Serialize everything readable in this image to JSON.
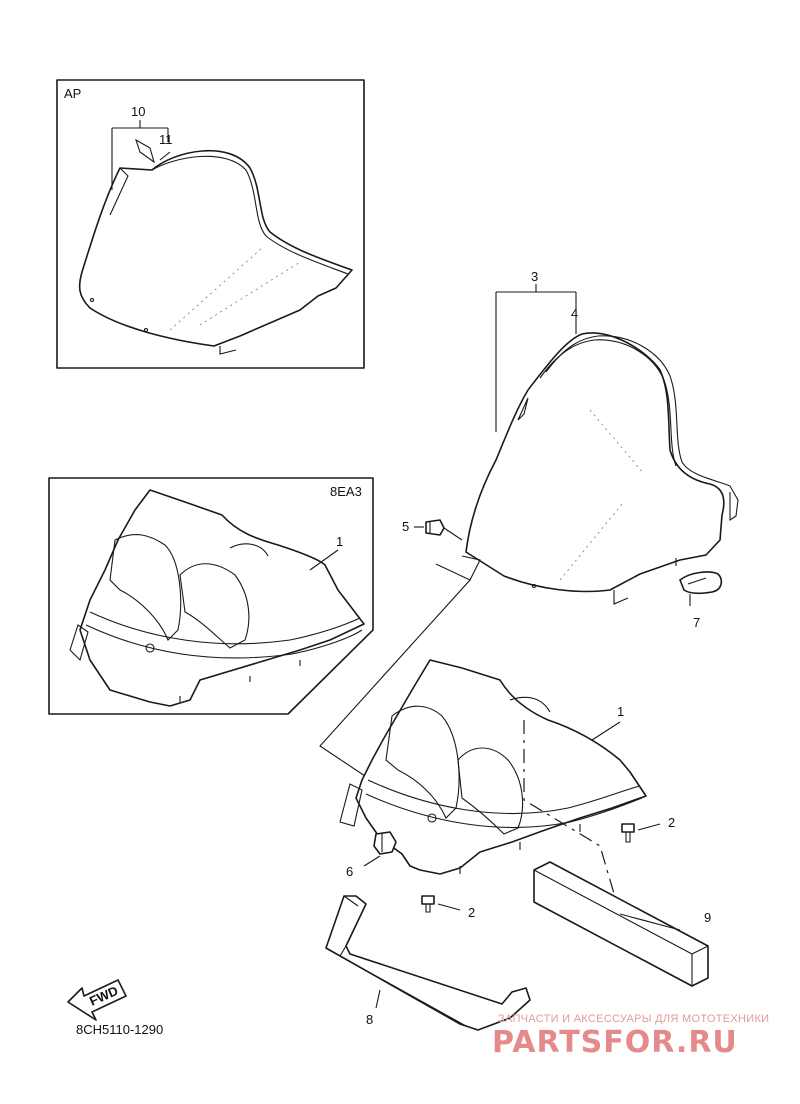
{
  "insets": {
    "ap": {
      "tag": "AP"
    },
    "variant": {
      "tag": "8EA3"
    }
  },
  "callouts": [
    "1",
    "1",
    "2",
    "2",
    "3",
    "4",
    "5",
    "6",
    "7",
    "8",
    "9",
    "10",
    "11"
  ],
  "fwd_label": "FWD",
  "diagram_code": "8CH5110-1290",
  "watermark": {
    "tagline": "ЗАПЧАСТИ И АКСЕССУАРЫ ДЛЯ МОТОТЕХНИКИ",
    "brand": "PARTSFOR.RU"
  }
}
